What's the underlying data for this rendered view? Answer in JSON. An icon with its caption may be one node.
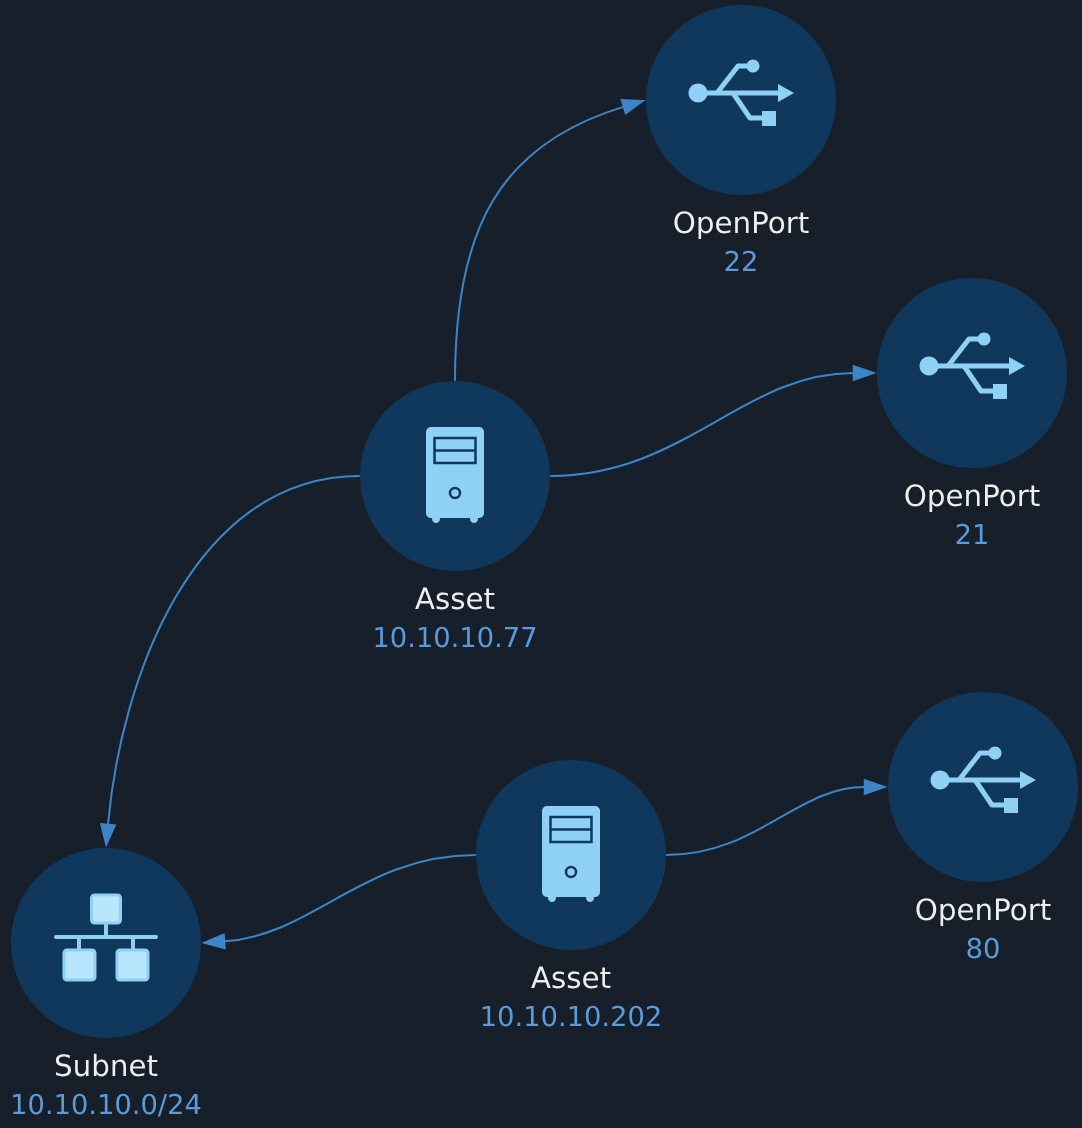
{
  "diagram": {
    "nodes": [
      {
        "text": [
          "OpenPort",
          "22"
        ]
      },
      {
        "text": [
          "OpenPort",
          "21"
        ]
      },
      {
        "text": [
          "Asset",
          "10.10.10.77"
        ]
      },
      {
        "text": [
          "OpenPort",
          "80"
        ]
      },
      {
        "text": [
          "Asset",
          "10.10.10.202"
        ]
      },
      {
        "text": [
          "Subnet",
          "10.10.10.0/24"
        ]
      }
    ],
    "edges": [
      {
        "from": 2,
        "to": 0,
        "arrow": "to"
      },
      {
        "from": 2,
        "to": 1,
        "arrow": "to"
      },
      {
        "from": 2,
        "to": 5,
        "arrow": "to"
      },
      {
        "from": 4,
        "to": 3,
        "arrow": "to"
      },
      {
        "from": 4,
        "to": 5,
        "arrow": "to"
      }
    ]
  }
}
